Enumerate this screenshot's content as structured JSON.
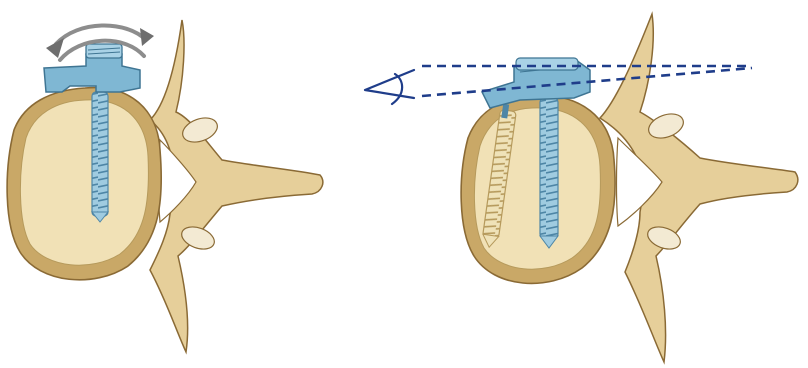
{
  "figure": {
    "panels": [
      {
        "name": "left-vertebra-with-polyaxial-screw",
        "features": [
          "rotation-arrows",
          "screw-head",
          "pedicle-screw"
        ]
      },
      {
        "name": "right-vertebra-with-plate-and-two-screws",
        "features": [
          "angle-symbol",
          "dashed-angle-lines",
          "plate",
          "two-screws"
        ]
      }
    ],
    "colors": {
      "bone_outer": "#e6cf9a",
      "bone_shade": "#c9a867",
      "bone_edge": "#8a6a35",
      "cancellous": "#f1e1b6",
      "implant": "#7fb7d3",
      "implant_dark": "#4e86a6",
      "dashed_line": "#1f3d8a",
      "arrow_gray": "#8d8d8d"
    }
  }
}
